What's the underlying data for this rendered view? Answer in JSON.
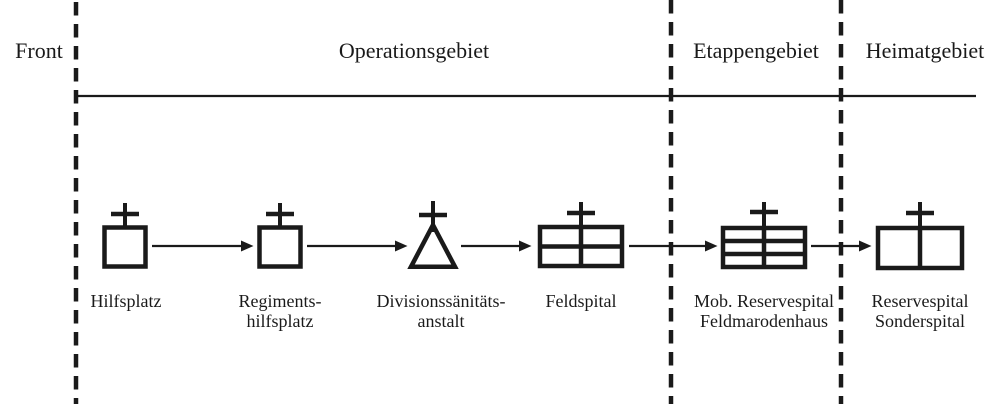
{
  "zones": [
    {
      "label": "Front"
    },
    {
      "label": "Operationsgebiet"
    },
    {
      "label": "Etappengebiet"
    },
    {
      "label": "Heimatgebiet"
    }
  ],
  "stations": [
    {
      "symbol": "square-cross-flag",
      "lines": [
        "Hilfsplatz"
      ]
    },
    {
      "symbol": "square-cross-flag",
      "lines": [
        "Regiments-",
        "hilfsplatz"
      ]
    },
    {
      "symbol": "triangle-cross-flag",
      "lines": [
        "Divisionssänitäts-",
        "anstalt"
      ]
    },
    {
      "symbol": "two-row-building-cross",
      "lines": [
        "Feldspital"
      ]
    },
    {
      "symbol": "three-row-building-cross",
      "lines": [
        "Mob. Reservespital",
        "Feldmarodenhaus"
      ]
    },
    {
      "symbol": "building-cross",
      "lines": [
        "Reservespital",
        "Sonderspital"
      ]
    }
  ],
  "colors": {
    "ink": "#1a1a1a",
    "background": "#ffffff"
  }
}
